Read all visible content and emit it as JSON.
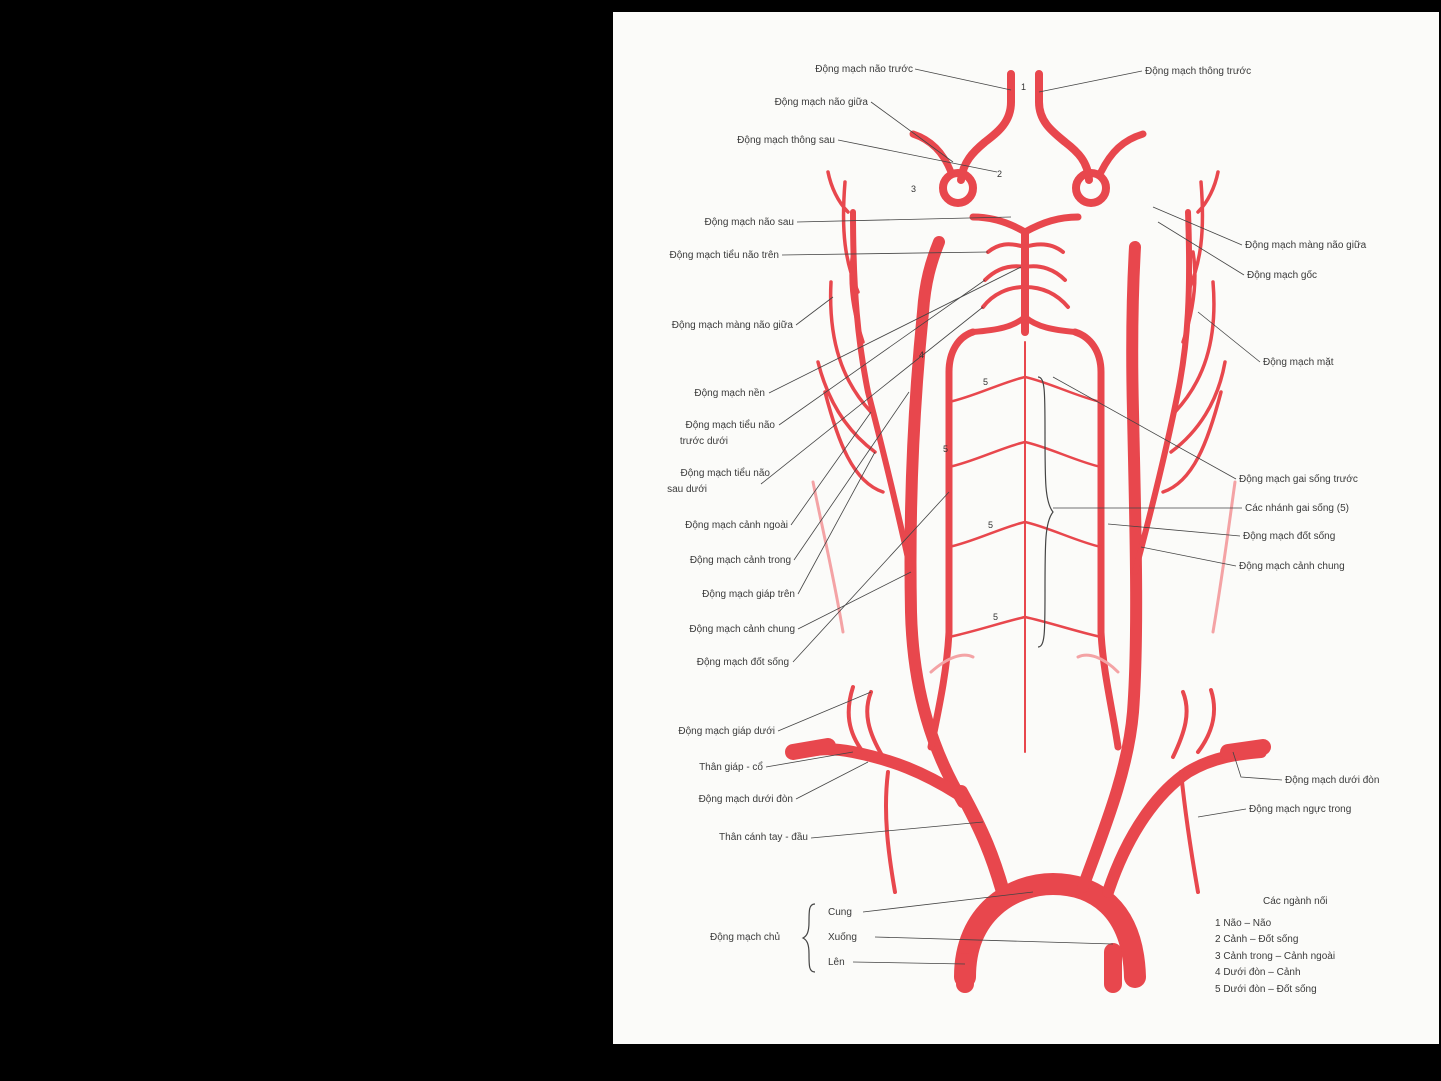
{
  "diagram": {
    "labels_left": [
      "Động mạch não trước",
      "Động mạch não giữa",
      "Động mạch thông sau",
      "Động mạch não sau",
      "Động mạch tiểu não trên",
      "Động mạch màng não giữa",
      "Động mạch nền",
      "Động mạch tiểu não",
      "trước dưới",
      "Động mạch tiểu não",
      "sau dưới",
      "Động mạch cảnh ngoài",
      "Động mạch cảnh trong",
      "Động mạch giáp trên",
      "Động mạch cảnh chung",
      "Động mạch đốt sống",
      "Động mạch giáp dưới",
      "Thân giáp - cổ",
      "Động mạch dưới đòn",
      "Thân cánh tay - đầu"
    ],
    "labels_right": [
      "Động mạch thông trước",
      "Động mạch màng não giữa",
      "Động mạch gốc",
      "Động mạch mặt",
      "Động mạch gai sống trước",
      "Các nhánh gai sống (5)",
      "Động mạch đốt sống",
      "Động mạch cảnh chung",
      "Động mạch dưới đòn",
      "Động mạch ngực trong"
    ],
    "aorta": {
      "title": "Động mạch chủ",
      "parts": [
        "Cung",
        "Xuống",
        "Lên"
      ]
    },
    "legend": {
      "title": "Các ngành nối",
      "items": [
        "1 Não – Não",
        "2 Cảnh – Đốt sống",
        "3 Cảnh trong – Cảnh ngoài",
        "4 Dưới đòn – Cảnh",
        "5 Dưới đòn – Đốt sống"
      ]
    },
    "markers": [
      "1",
      "2",
      "3",
      "4",
      "5"
    ]
  },
  "colors": {
    "artery": "#e8474d",
    "artery_light": "#f4a3a5",
    "paper": "#fbfbf9",
    "background": "#000000"
  }
}
